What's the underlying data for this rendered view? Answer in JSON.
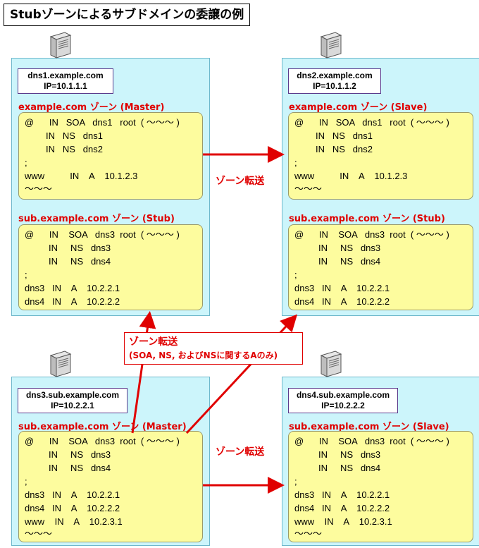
{
  "title": "Stubゾーンによるサブドメインの委譲の例",
  "servers": {
    "dns1": {
      "host": "dns1.example.com",
      "ip": "IP=10.1.1.1"
    },
    "dns2": {
      "host": "dns2.example.com",
      "ip": "IP=10.1.1.2"
    },
    "dns3": {
      "host": "dns3.sub.example.com",
      "ip": "IP=10.2.2.1"
    },
    "dns4": {
      "host": "dns4.sub.example.com",
      "ip": "IP=10.2.2.2"
    }
  },
  "zones": {
    "dns1_example": {
      "label": "example.com ゾーン (Master)",
      "lines": [
        "@      IN   SOA   dns1   root  ( 〜〜〜 )",
        "IN   NS   dns1",
        "IN   NS   dns2",
        ";",
        "www          IN    A    10.1.2.3",
        "〜〜〜"
      ]
    },
    "dns1_sub": {
      "label": "sub.example.com ゾーン (Stub)",
      "lines": [
        "@      IN    SOA   dns3  root  ( 〜〜〜 )",
        "IN     NS   dns3",
        "IN     NS   dns4",
        ";",
        "dns3   IN    A    10.2.2.1",
        "dns4   IN    A    10.2.2.2"
      ]
    },
    "dns2_example": {
      "label": "example.com ゾーン (Slave)",
      "lines": [
        "@      IN   SOA   dns1   root  ( 〜〜〜 )",
        "IN   NS   dns1",
        "IN   NS   dns2",
        ";",
        "www          IN    A    10.1.2.3",
        "〜〜〜"
      ]
    },
    "dns2_sub": {
      "label": "sub.example.com ゾーン (Stub)",
      "lines": [
        "@      IN    SOA   dns3  root  ( 〜〜〜 )",
        "IN     NS   dns3",
        "IN     NS   dns4",
        ";",
        "dns3   IN    A    10.2.2.1",
        "dns4   IN    A    10.2.2.2"
      ]
    },
    "dns3_sub": {
      "label": "sub.example.com ゾーン (Master)",
      "lines": [
        "@      IN    SOA   dns3  root  ( 〜〜〜 )",
        "IN     NS   dns3",
        "IN     NS   dns4",
        ";",
        "dns3   IN    A    10.2.2.1",
        "dns4   IN    A    10.2.2.2",
        "www    IN    A    10.2.3.1",
        "〜〜〜"
      ]
    },
    "dns4_sub": {
      "label": "sub.example.com ゾーン (Slave)",
      "lines": [
        "@      IN    SOA   dns3  root  ( 〜〜〜 )",
        "IN     NS   dns3",
        "IN     NS   dns4",
        ";",
        "dns3   IN    A    10.2.2.1",
        "dns4   IN    A    10.2.2.2",
        "www    IN    A    10.2.3.1",
        "〜〜〜"
      ]
    }
  },
  "transfers": {
    "top": "ゾーン転送",
    "bottom": "ゾーン転送",
    "callout_title": "ゾーン転送",
    "callout_detail": "(SOA, NS, およびNSに関するAのみ)"
  },
  "colors": {
    "panel": "#ccf5fb",
    "record": "#fdfc9e",
    "accent": "#e00000",
    "host_border": "#5a3a8c"
  }
}
